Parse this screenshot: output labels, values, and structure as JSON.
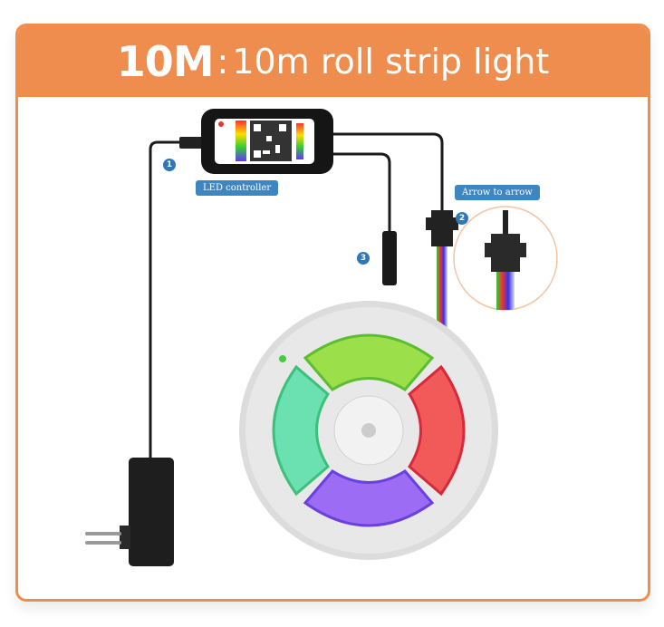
{
  "title": {
    "model": "10M",
    "separator": ":",
    "description": "10m roll strip light"
  },
  "labels": {
    "controller": "LED controller",
    "connector": "Arrow to arrow"
  },
  "markers": [
    "1",
    "2",
    "3"
  ],
  "colors": {
    "accent": "#ef8d4e",
    "label": "#3f86c1"
  }
}
